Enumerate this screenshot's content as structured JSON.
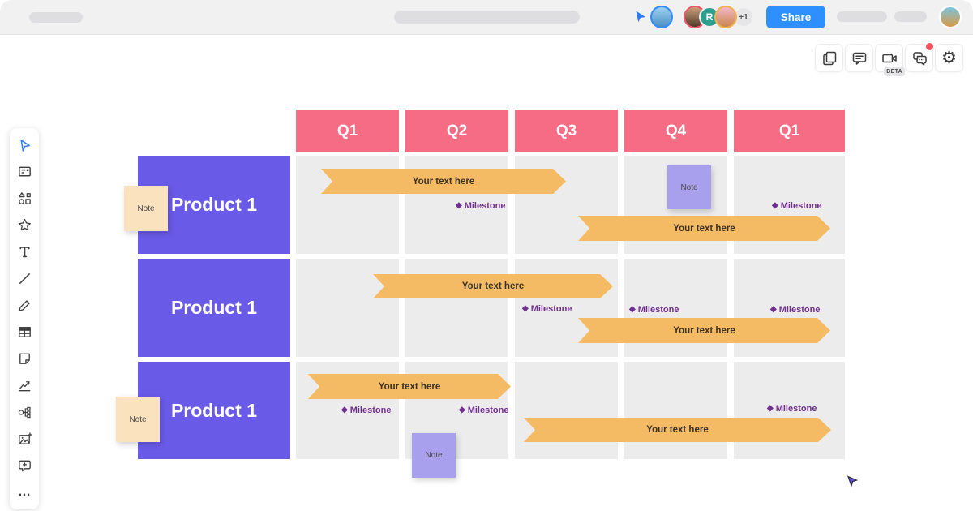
{
  "topbar": {
    "share_label": "Share",
    "overflow_count": "+1",
    "collaborator_initial": "R"
  },
  "action_bar": {
    "beta_label": "BETA",
    "gear_glyph": "⚙",
    "icons": [
      "pages-icon",
      "comment-icon",
      "video-icon",
      "chats-icon",
      "gear-icon"
    ]
  },
  "sidebar_tools": [
    "select",
    "templates",
    "shapes",
    "star",
    "text",
    "line",
    "pencil",
    "table",
    "sticky-note",
    "chart",
    "mindmap",
    "image",
    "comment-add",
    "more"
  ],
  "sidebar_more_glyph": "…",
  "roadmap": {
    "columns": [
      "Q1",
      "Q2",
      "Q3",
      "Q4",
      "Q1"
    ],
    "rows": [
      {
        "label": "Product 1"
      },
      {
        "label": "Product 1"
      },
      {
        "label": "Product 1"
      }
    ],
    "arrows": [
      {
        "text": "Your text here"
      },
      {
        "text": "Your text here"
      },
      {
        "text": "Your text here"
      },
      {
        "text": "Your text here"
      },
      {
        "text": "Your text here"
      },
      {
        "text": "Your text here"
      }
    ],
    "milestones": [
      {
        "diamond": "◆",
        "text": "Milestone"
      },
      {
        "diamond": "◆",
        "text": "Milestone"
      },
      {
        "diamond": "◆",
        "text": "Milestone"
      },
      {
        "diamond": "◆",
        "text": "Milestone"
      },
      {
        "diamond": "◆",
        "text": "Milestone"
      },
      {
        "diamond": "◆",
        "text": "Milestone"
      },
      {
        "diamond": "◆",
        "text": "Milestone"
      },
      {
        "diamond": "◆",
        "text": "Milestone"
      }
    ],
    "notes": [
      {
        "text": "Note"
      },
      {
        "text": "Note"
      },
      {
        "text": "Note"
      },
      {
        "text": "Note"
      }
    ]
  },
  "colors": {
    "header_pink": "#F76C85",
    "product_purple": "#6A5AE8",
    "arrow_orange": "#F5BB64",
    "milestone_purple": "#70308F",
    "note_tan": "#FAE2BE",
    "note_purple": "#A9A0ED",
    "cell_gray": "#EDECEC",
    "share_blue": "#2E90FF"
  }
}
